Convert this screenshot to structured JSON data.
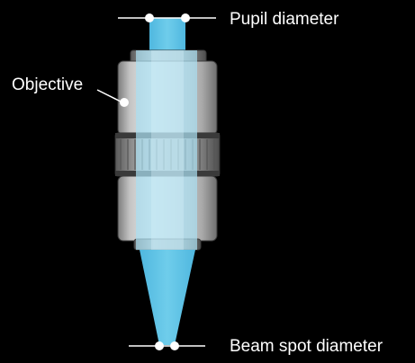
{
  "labels": {
    "pupil_diameter": "Pupil diameter",
    "objective": "Objective",
    "beam_spot_diameter": "Beam spot diameter"
  },
  "colors": {
    "background": "#000000",
    "beam": "#5cc3e6",
    "beam_through_body": "#bfe5f2",
    "objective_body": "#c8c8c8",
    "objective_outline": "#404040",
    "leader_line": "#ffffff",
    "marker_dot": "#ffffff"
  },
  "components": {
    "objective_icon": "microscope-objective-lens",
    "beam_icon": "focused-laser-beam-cone"
  }
}
